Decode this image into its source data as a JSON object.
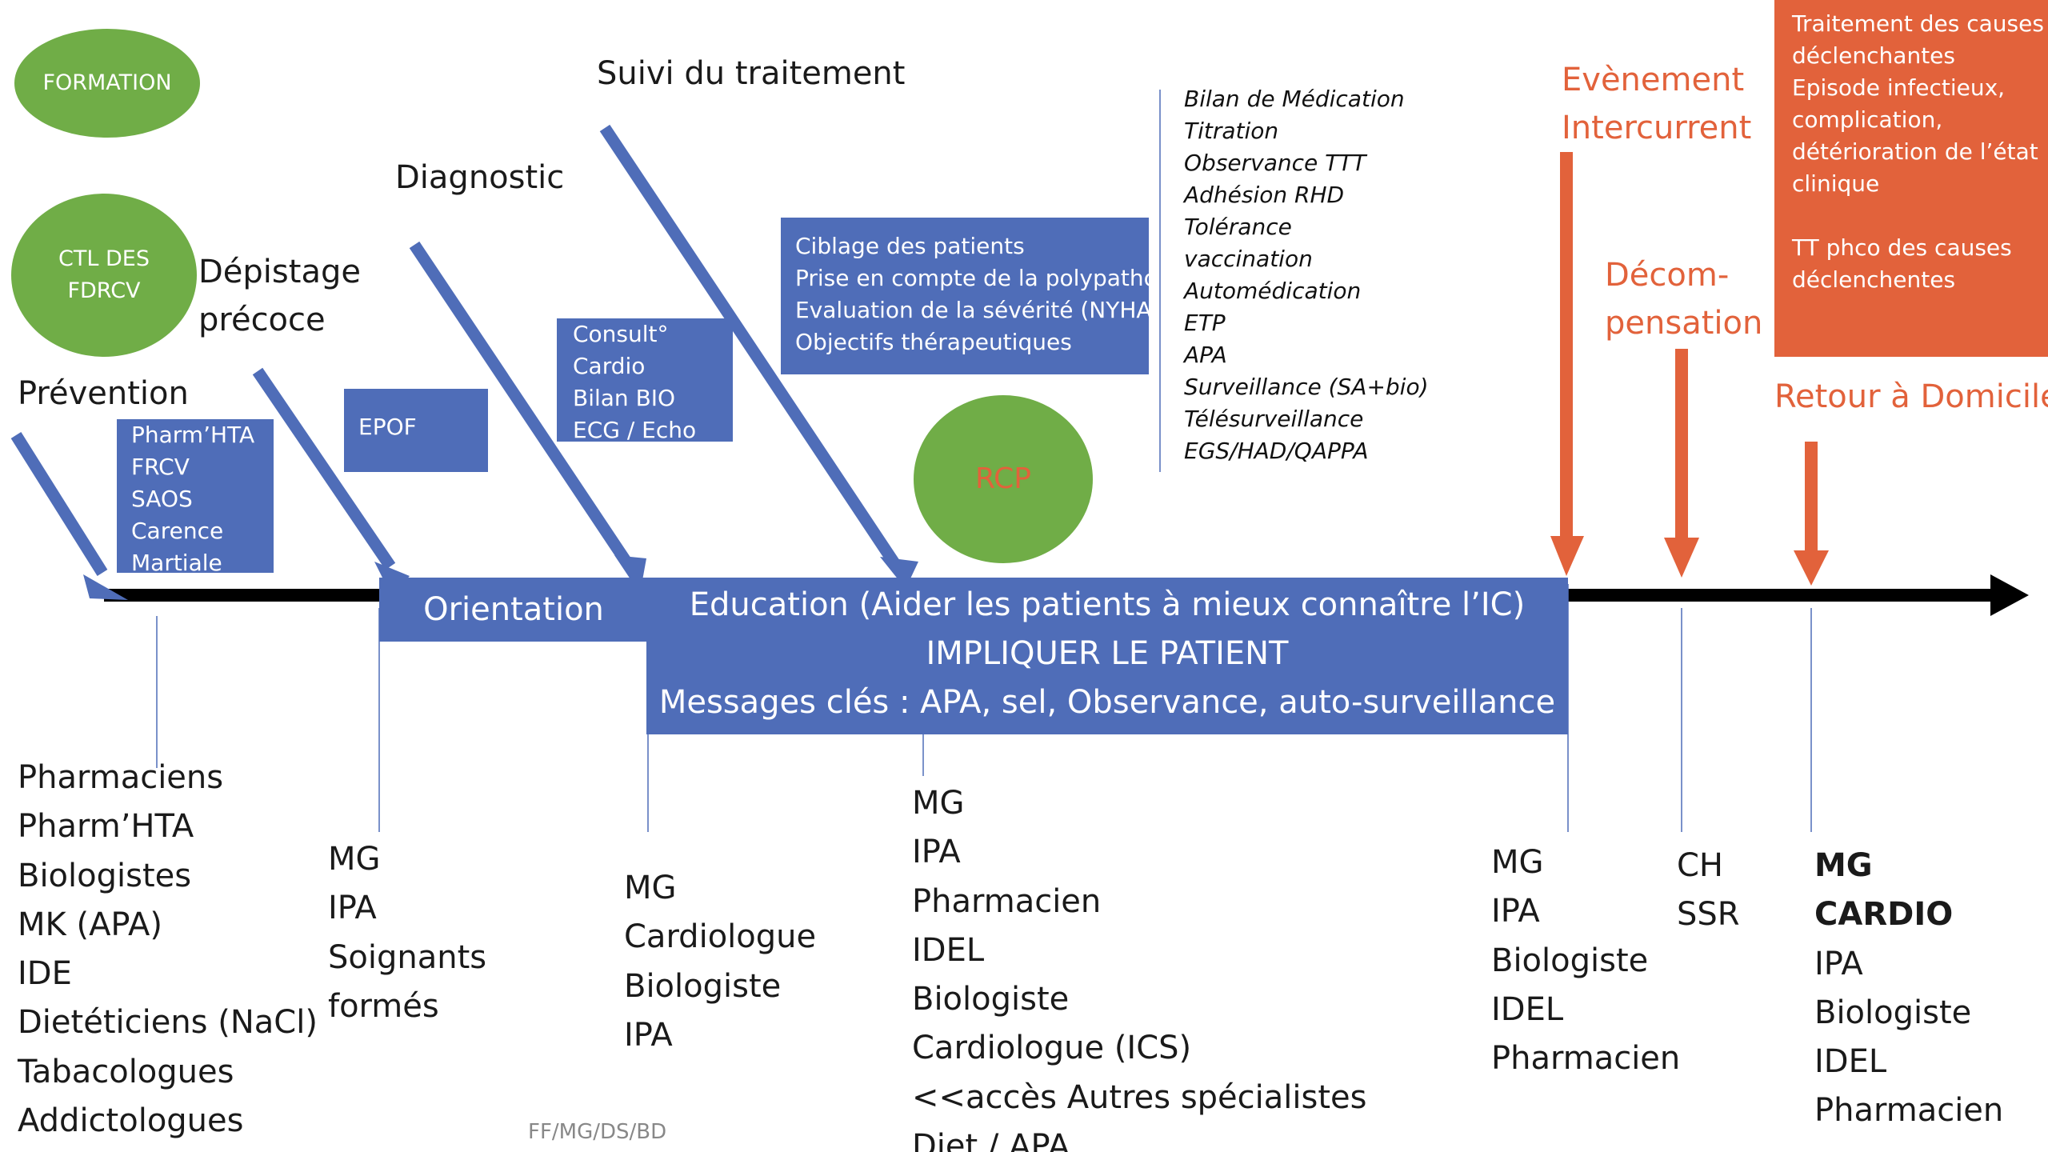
{
  "circles": {
    "formation": "FORMATION",
    "ctl": "CTL DES\nFDRCV",
    "rcp": "RCP"
  },
  "stages": {
    "prevention": "Prévention",
    "depistage": "Dépistage\nprécoce",
    "diagnostic": "Diagnostic",
    "suivi": "Suivi du traitement"
  },
  "boxes": {
    "prevention_items": [
      "Pharm’HTA",
      "FRCV",
      "SAOS",
      "Carence",
      "Martiale"
    ],
    "epof": "EPOF",
    "consult_items": [
      "Consult°",
      "Cardio",
      "Bilan BIO",
      "ECG / Echo"
    ],
    "ciblage_items": [
      "Ciblage des patients",
      "Prise en compte de la polypatho",
      "Evaluation de la sévérité (NYHA)",
      "Objectifs thérapeutiques"
    ],
    "red_items": [
      "Traitement des causes",
      "déclenchantes",
      "Episode infectieux,",
      "complication,",
      "détérioration de l’état",
      "clinique",
      "",
      "TT phco des causes",
      "déclenchentes"
    ]
  },
  "suivi_list": [
    "Bilan de Médication",
    "Titration",
    "Observance TTT",
    "Adhésion RHD",
    "Tolérance",
    "vaccination",
    "Automédication",
    "ETP",
    "APA",
    "Surveillance (SA+bio)",
    "Télésurveillance",
    "EGS/HAD/QAPPA"
  ],
  "events": {
    "evenement": "Evènement\nIntercurrent",
    "decompensation": "Décom-\npensation",
    "retour": "Retour à Domicile"
  },
  "timeline": {
    "orientation": "Orientation",
    "education_lines": [
      "Education (Aider les patients à mieux connaître l’IC)",
      "IMPLIQUER LE PATIENT",
      "Messages clés : APA, sel, Observance, auto-surveillance"
    ]
  },
  "actors": {
    "col1": [
      "Pharmaciens",
      "Pharm’HTA",
      "Biologistes",
      "MK (APA)",
      "IDE",
      "Dietéticiens (NaCl)",
      "Tabacologues",
      "Addictologues"
    ],
    "col2": [
      "MG",
      "IPA",
      "Soignants",
      "formés"
    ],
    "col3": [
      "MG",
      "Cardiologue",
      "Biologiste",
      "IPA"
    ],
    "col4": [
      "MG",
      "IPA",
      "Pharmacien",
      "IDEL",
      "Biologiste",
      "Cardiologue (ICS)",
      "<<accès Autres spécialistes",
      "Diet / APA"
    ],
    "col5": [
      "MG",
      "IPA",
      "Biologiste",
      "IDEL",
      "Pharmacien"
    ],
    "col6": [
      "CH",
      "SSR"
    ],
    "col7_bold": [
      "MG",
      "CARDIO"
    ],
    "col7": [
      "IPA",
      "Biologiste",
      "IDEL",
      "Pharmacien"
    ]
  },
  "footer": "FF/MG/DS/BD",
  "colors": {
    "green": "#70ad47",
    "blue": "#4f6db8",
    "red": "#e2623b",
    "black": "#000000"
  }
}
